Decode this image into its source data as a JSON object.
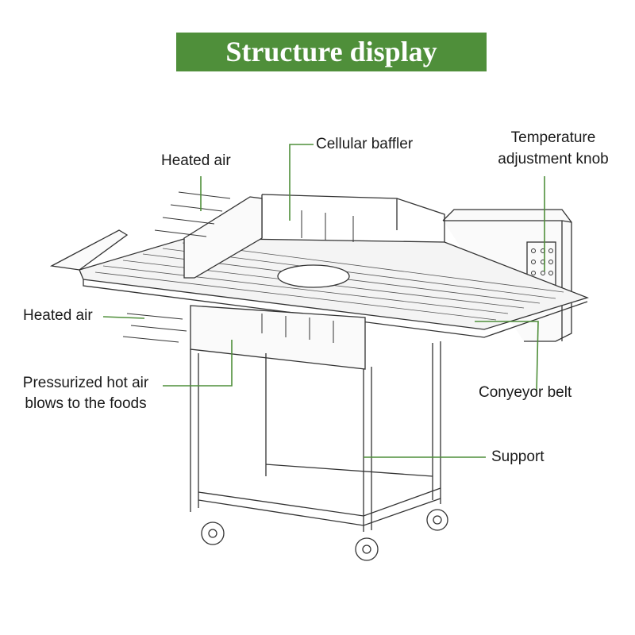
{
  "title": "Structure display",
  "labels": {
    "heated_air_top": "Heated air",
    "cellular_baffler": "Cellular baffler",
    "temperature_line1": "Temperature",
    "temperature_line2": "adjustment knob",
    "heated_air_left": "Heated air",
    "pressurized_line1": "Pressurized hot air",
    "pressurized_line2": "blows to the foods",
    "conveyor_belt": "Conyeyor belt",
    "support": "Support"
  },
  "colors": {
    "banner": "#4f8f3a",
    "leader": "#4f8f3a",
    "drawing": "#333333"
  }
}
